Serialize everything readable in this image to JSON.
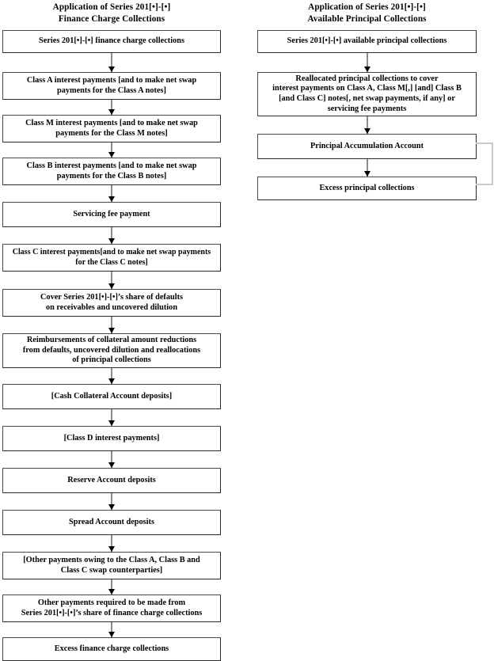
{
  "columns": [
    {
      "title_lines": [
        "Application of Series 201[•]-[•]",
        "Finance Charge Collections"
      ],
      "nodes": [
        {
          "lines": [
            "Series 201[•]-[•] finance charge collections"
          ]
        },
        {
          "lines": [
            "Class A interest payments [and to make net swap",
            "payments for the Class A notes]"
          ]
        },
        {
          "lines": [
            "Class M interest payments [and to make net swap",
            "payments for the Class M notes]"
          ]
        },
        {
          "lines": [
            "Class B interest payments  [and to make net swap",
            "payments for the Class B notes]"
          ]
        },
        {
          "lines": [
            "Servicing fee payment"
          ]
        },
        {
          "lines": [
            "Class C interest payments[and to make net swap payments",
            "for the Class C notes]"
          ]
        },
        {
          "lines": [
            "Cover Series 201[•]-[•]’s share of defaults",
            "on receivables and uncovered dilution"
          ]
        },
        {
          "lines": [
            "Reimbursements of collateral amount reductions",
            "from defaults, uncovered dilution and reallocations",
            "of principal collections"
          ]
        },
        {
          "lines": [
            "[Cash Collateral Account deposits]"
          ]
        },
        {
          "lines": [
            "[Class D interest payments]"
          ]
        },
        {
          "lines": [
            "Reserve Account deposits"
          ]
        },
        {
          "lines": [
            "Spread Account deposits"
          ]
        },
        {
          "lines": [
            "[Other payments owing to the Class A, Class B and",
            "Class C swap counterparties]"
          ]
        },
        {
          "lines": [
            "Other payments required to be made from",
            "Series 201[•]-[•]’s share of finance charge collections"
          ]
        },
        {
          "lines": [
            "Excess finance charge collections"
          ]
        }
      ]
    },
    {
      "title_lines": [
        "Application of Series 201[•]-[•]",
        "Available Principal Collections"
      ],
      "nodes": [
        {
          "lines": [
            "Series 201[•]-[•] available principal collections"
          ]
        },
        {
          "lines": [
            "Reallocated principal collections to cover",
            "interest payments on Class A, Class M[,] [and] Class B",
            "[and Class C] notes[, net swap payments, if any] or",
            "servicing fee payments"
          ]
        },
        {
          "lines": [
            "Principal Accumulation Account"
          ]
        },
        {
          "lines": [
            "Excess principal collections"
          ]
        }
      ]
    }
  ],
  "colors": {
    "box_border": "#4a4a4a",
    "box_border_dark": "#2b2b2b",
    "arrow_stem": "#8c8c8c",
    "arrow_head": "#000000",
    "bracket": "#c9c9c9",
    "text": "#000000",
    "background": "#ffffff"
  }
}
